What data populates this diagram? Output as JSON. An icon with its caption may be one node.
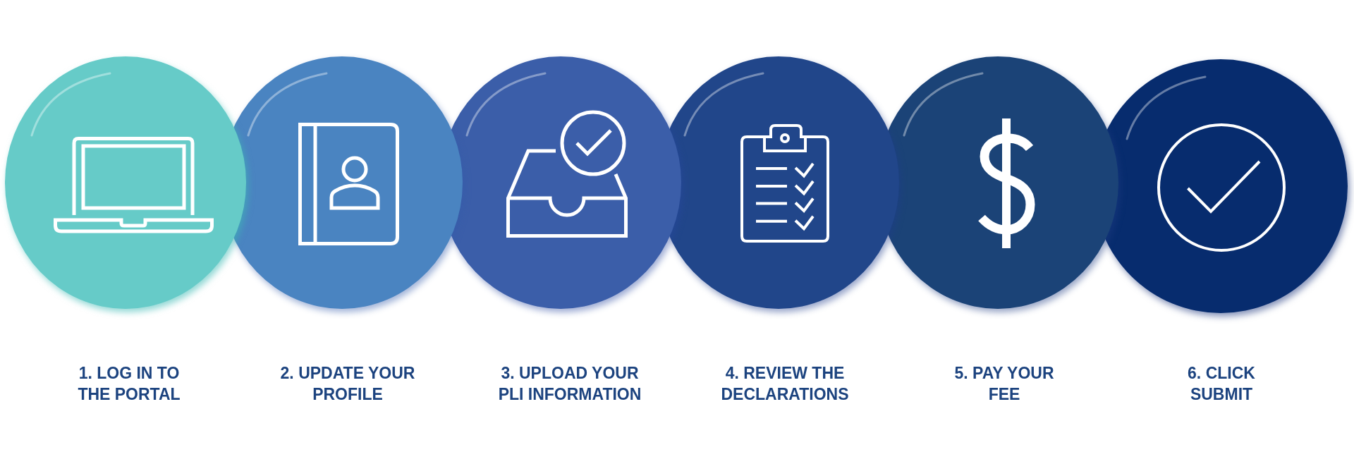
{
  "diagram": {
    "nodes": [
      {
        "text": [
          "1. LOG IN TO THE PORTAL"
        ]
      },
      {
        "text": [
          "2. UPDATE YOUR PROFILE"
        ]
      },
      {
        "text": [
          "3. UPLOAD YOUR PLI INFORMATION"
        ]
      },
      {
        "text": [
          "4. REVIEW THE DECLARATIONS"
        ]
      },
      {
        "text": [
          "5. PAY YOUR FEE"
        ]
      },
      {
        "text": [
          "6. CLICK SUBMIT"
        ]
      }
    ]
  }
}
